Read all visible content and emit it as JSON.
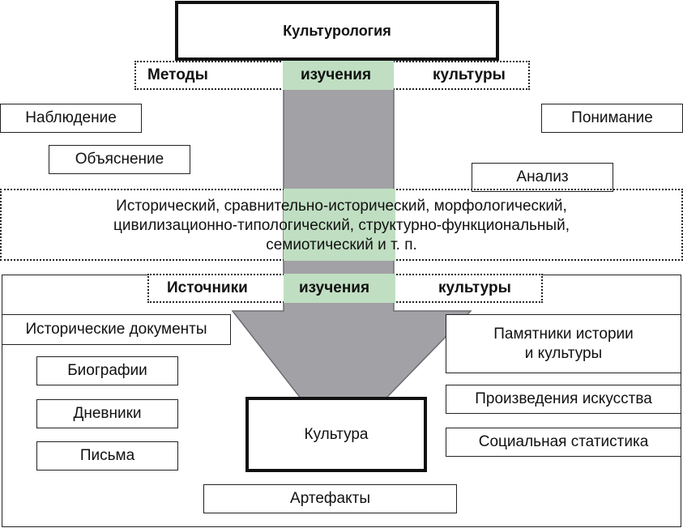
{
  "title": "Культурология",
  "methods_band": {
    "words": [
      "Методы",
      "изучения",
      "культуры"
    ]
  },
  "methods": [
    {
      "label": "Наблюдение"
    },
    {
      "label": "Объяснение"
    },
    {
      "label": "Понимание"
    },
    {
      "label": "Анализ"
    }
  ],
  "approaches_text": "Исторический, сравнительно-исторический, морфологический, цивилизационно-типологический, структурно-функциональный, семиотический и т. п.",
  "approaches_lines": [
    "Исторический, сравнительно-исторический, морфологический,",
    "цивилизационно-типологический, структурно-функциональный,",
    "семиотический и т. п."
  ],
  "sources_band": {
    "words": [
      "Источники",
      "изучения",
      "культуры"
    ]
  },
  "sources_left": [
    {
      "label": "Исторические документы"
    },
    {
      "label": "Биографии"
    },
    {
      "label": "Дневники"
    },
    {
      "label": "Письма"
    }
  ],
  "sources_right": [
    {
      "label_lines": [
        "Памятники истории",
        "и культуры"
      ]
    },
    {
      "label": "Произведения искусства"
    },
    {
      "label": "Социальная статистика"
    }
  ],
  "center": {
    "label": "Культура"
  },
  "artifacts": {
    "label": "Артефакты"
  },
  "colors": {
    "highlight_green": "#c0dec2",
    "arrow_grey": "#a2a1a5",
    "border": "#222222"
  }
}
